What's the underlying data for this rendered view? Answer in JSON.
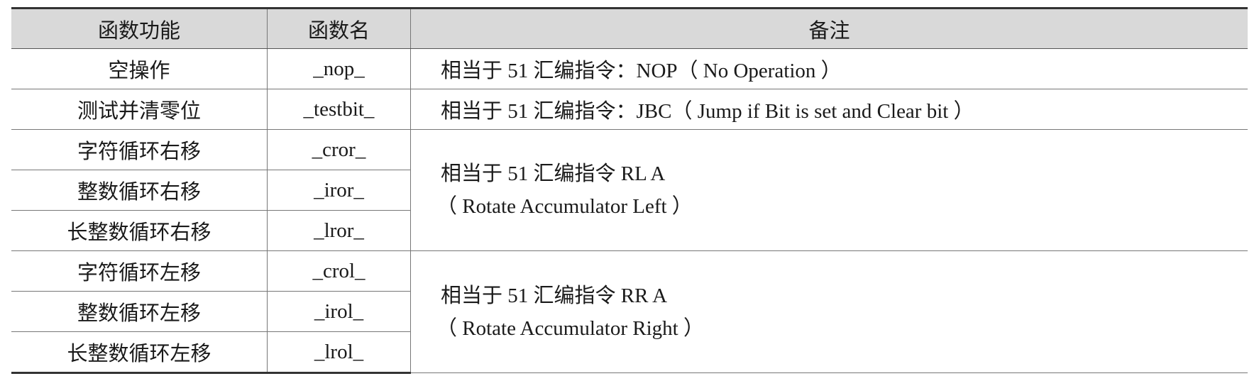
{
  "table": {
    "headers": {
      "function": "函数功能",
      "name": "函数名",
      "note": "备注"
    },
    "rows": [
      {
        "function": "空操作",
        "name": "_nop_"
      },
      {
        "function": "测试并清零位",
        "name": "_testbit_"
      },
      {
        "function": "字符循环右移",
        "name": "_cror_"
      },
      {
        "function": "整数循环右移",
        "name": "_iror_"
      },
      {
        "function": "长整数循环右移",
        "name": "_lror_"
      },
      {
        "function": "字符循环左移",
        "name": "_crol_"
      },
      {
        "function": "整数循环左移",
        "name": "_irol_"
      },
      {
        "function": "长整数循环左移",
        "name": "_lrol_"
      }
    ],
    "notes": {
      "nop": "相当于 51 汇编指令：NOP（ No Operation ）",
      "testbit": "相当于 51 汇编指令：JBC（ Jump if Bit is set and Clear bit ）",
      "ror_line1": "相当于 51 汇编指令 RL A",
      "ror_line2": "（ Rotate Accumulator Left ）",
      "rol_line1": "相当于 51 汇编指令 RR A",
      "rol_line2": "（ Rotate Accumulator Right ）"
    }
  }
}
